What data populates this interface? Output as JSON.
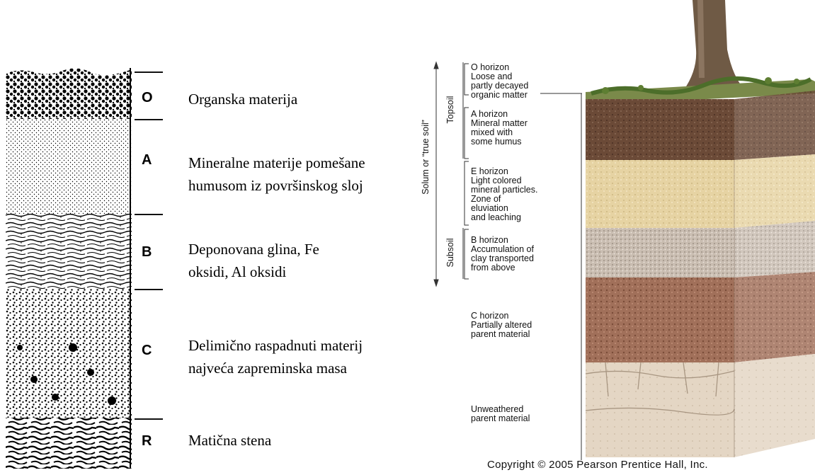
{
  "left_profile": {
    "horizons": [
      {
        "letter": "O",
        "description_lines": [
          "Organska materija"
        ]
      },
      {
        "letter": "A",
        "description_lines": [
          "Mineralne materije pomešane",
          "humusom iz površinskog sloj"
        ]
      },
      {
        "letter": "B",
        "description_lines": [
          "Deponovana glina, Fe",
          "oksidi, Al oksidi"
        ]
      },
      {
        "letter": "C",
        "description_lines": [
          "Delimično raspadnuti materij",
          "najveća zapreminska masa"
        ]
      },
      {
        "letter": "R",
        "description_lines": [
          "Matična stena"
        ]
      }
    ]
  },
  "right_diagram": {
    "bracket_solum": "Solum or “true soil”",
    "bracket_topsoil": "Topsoil",
    "bracket_subsoil": "Subsoil",
    "horizons": [
      {
        "lines": [
          "O horizon",
          "Loose and",
          "partly decayed",
          "organic matter"
        ]
      },
      {
        "lines": [
          "A horizon",
          "Mineral matter",
          "mixed with",
          "some humus"
        ]
      },
      {
        "lines": [
          "E horizon",
          "Light colored",
          "mineral particles.",
          "Zone of",
          "eluviation",
          "and leaching"
        ]
      },
      {
        "lines": [
          "B horizon",
          "Accumulation of",
          "clay transported",
          "from above"
        ]
      },
      {
        "lines": [
          "C horizon",
          "Partially altered",
          "parent material"
        ]
      },
      {
        "lines": [
          "Unweathered",
          "parent material"
        ]
      }
    ],
    "copyright": "Copyright © 2005 Pearson Prentice Hall, Inc."
  }
}
